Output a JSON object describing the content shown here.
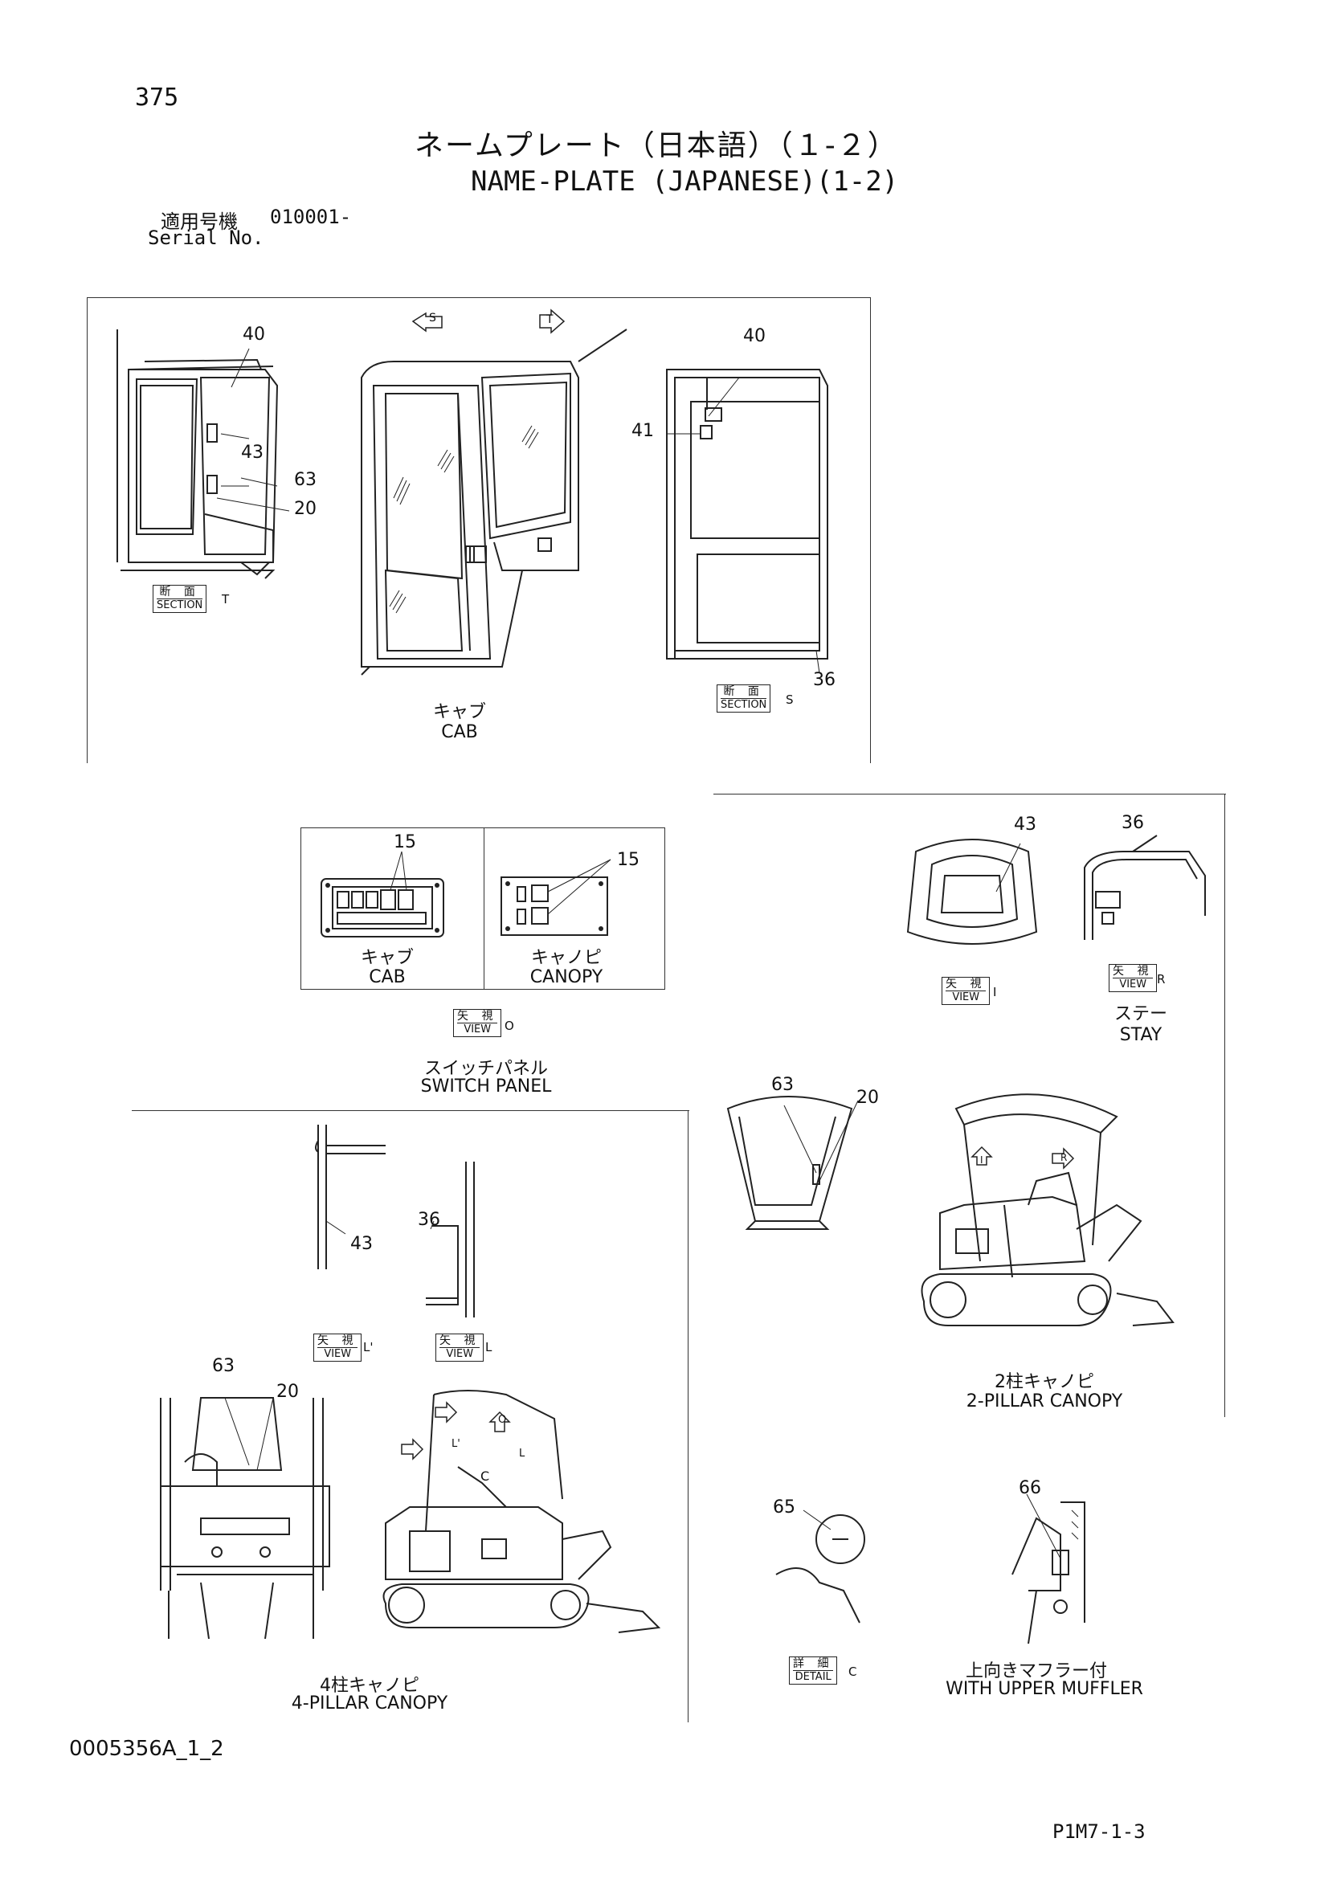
{
  "header": {
    "page_number": "375",
    "title_jp": "ネームプレート（日本語）（１-２）",
    "title_en": "NAME-PLATE (JAPANESE)(1-2)",
    "applicable_label_jp": "適用号機",
    "applicable_serial": "010001-",
    "serial_label_en": "Serial No."
  },
  "cab_section": {
    "arrow_s": "S",
    "arrow_t": "T",
    "callouts": [
      "40",
      "43",
      "63",
      "20",
      "40",
      "41",
      "36"
    ],
    "section_t": {
      "jp": "断 面",
      "en": "SECTION",
      "suffix": "T"
    },
    "section_s": {
      "jp": "断 面",
      "en": "SECTION",
      "suffix": "S"
    },
    "caption_jp": "キャブ",
    "caption_en": "CAB"
  },
  "switch_panel": {
    "callouts": [
      "15",
      "15"
    ],
    "cab_jp": "キャブ",
    "cab_en": "CAB",
    "canopy_jp": "キャノピ",
    "canopy_en": "CANOPY",
    "view_o": {
      "jp": "矢 視",
      "en": "VIEW",
      "suffix": "O"
    },
    "caption_jp": "スイッチパネル",
    "caption_en": "SWITCH PANEL"
  },
  "two_pillar": {
    "callouts": [
      "43",
      "36",
      "63",
      "20"
    ],
    "view_i": {
      "jp": "矢 視",
      "en": "VIEW",
      "suffix": "I"
    },
    "view_r": {
      "jp": "矢 視",
      "en": "VIEW",
      "suffix": "R"
    },
    "stay_jp": "ステー",
    "stay_en": "STAY",
    "arrow_i": "I",
    "arrow_r": "R",
    "caption_jp": "2柱キャノピ",
    "caption_en": "2-PILLAR CANOPY"
  },
  "four_pillar": {
    "callouts": [
      "43",
      "36",
      "63",
      "20"
    ],
    "view_l_prime": {
      "jp": "矢 視",
      "en": "VIEW",
      "suffix": "L'"
    },
    "view_l": {
      "jp": "矢 視",
      "en": "VIEW",
      "suffix": "L"
    },
    "arrow_o": "O",
    "arrow_l_prime": "L'",
    "arrow_l": "L",
    "letter_c": "C",
    "caption_jp": "4柱キャノピ",
    "caption_en": "4-PILLAR  CANOPY"
  },
  "muffler": {
    "callouts": [
      "65",
      "66"
    ],
    "detail_c": {
      "jp": "詳 細",
      "en": "DETAIL",
      "suffix": "C"
    },
    "caption_jp": "上向きマフラー付",
    "caption_en": "WITH  UPPER  MUFFLER"
  },
  "footer": {
    "drawing_id": "0005356A_1_2",
    "page_code": "P1M7-1-3"
  }
}
